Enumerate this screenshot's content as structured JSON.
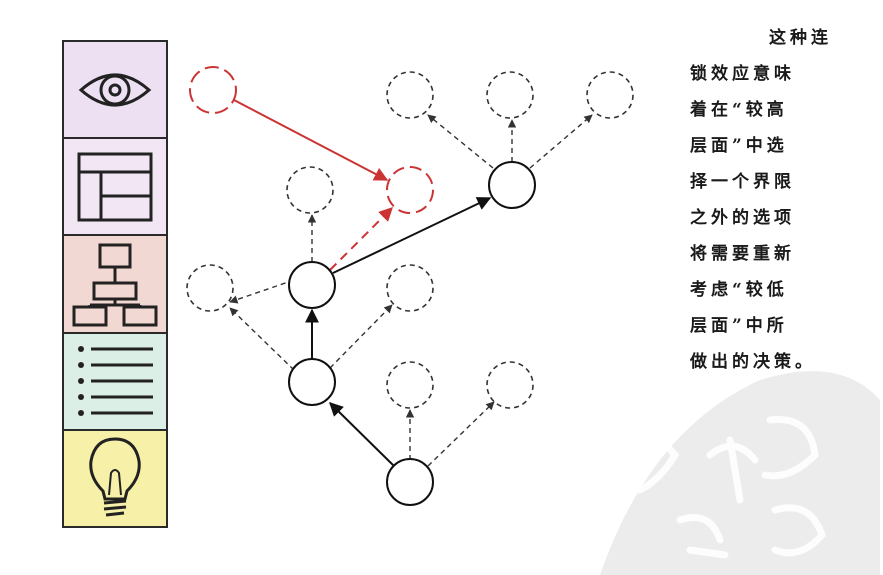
{
  "layer_colors": {
    "perception": "#ece0f2",
    "structure": "#f2e6f4",
    "organization": "#f2d8d2",
    "listing": "#dcefe6",
    "idea": "#f6f0a8"
  },
  "layer_icons": [
    "eye-icon",
    "layout-icon",
    "org-chart-icon",
    "list-icon",
    "lightbulb-icon"
  ],
  "colors": {
    "highlight": "#cc3333",
    "ink": "#111111",
    "dashed": "#333333"
  },
  "caption_lines": [
    "这种连",
    "锁效应意味",
    "着在“较高",
    "层面”中选",
    "择一个界限",
    "之外的选项",
    "将需要重新",
    "考虑“较低",
    "层面”中所",
    "做出的决策。"
  ]
}
